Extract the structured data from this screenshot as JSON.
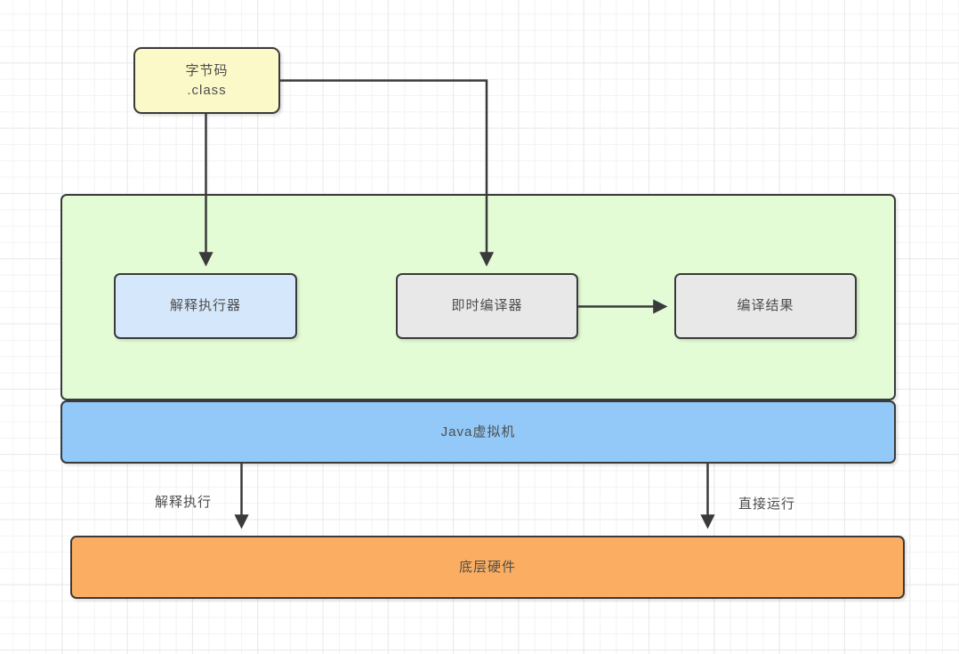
{
  "diagram": {
    "type": "flowchart",
    "nodes": {
      "bytecode": {
        "line1": "字节码",
        "line2": ".class",
        "fill": "#FCF9C8"
      },
      "jvm_container": {
        "fill": "#E3FCD6"
      },
      "interpreter": {
        "label": "解释执行器",
        "fill": "#D5E8FB"
      },
      "jit_compiler": {
        "label": "即时编译器",
        "fill": "#E8E8E8"
      },
      "compile_result": {
        "label": "编译结果",
        "fill": "#E8E8E8"
      },
      "jvm_bar": {
        "label": "Java虚拟机",
        "fill": "#92C9F8"
      },
      "hardware_bar": {
        "label": "底层硬件",
        "fill": "#FBAE61"
      }
    },
    "edges": [
      {
        "from": "bytecode",
        "to": "interpreter",
        "label": ""
      },
      {
        "from": "bytecode",
        "to": "jit_compiler",
        "label": ""
      },
      {
        "from": "jit_compiler",
        "to": "compile_result",
        "label": ""
      },
      {
        "from": "jvm_bar",
        "to": "hardware_bar",
        "label": "解释执行"
      },
      {
        "from": "jvm_bar",
        "to": "hardware_bar",
        "label": "直接运行"
      }
    ],
    "colors": {
      "border": "#3A3A3A",
      "text": "#4D4D4D",
      "arrow": "#3A3A3A"
    }
  }
}
